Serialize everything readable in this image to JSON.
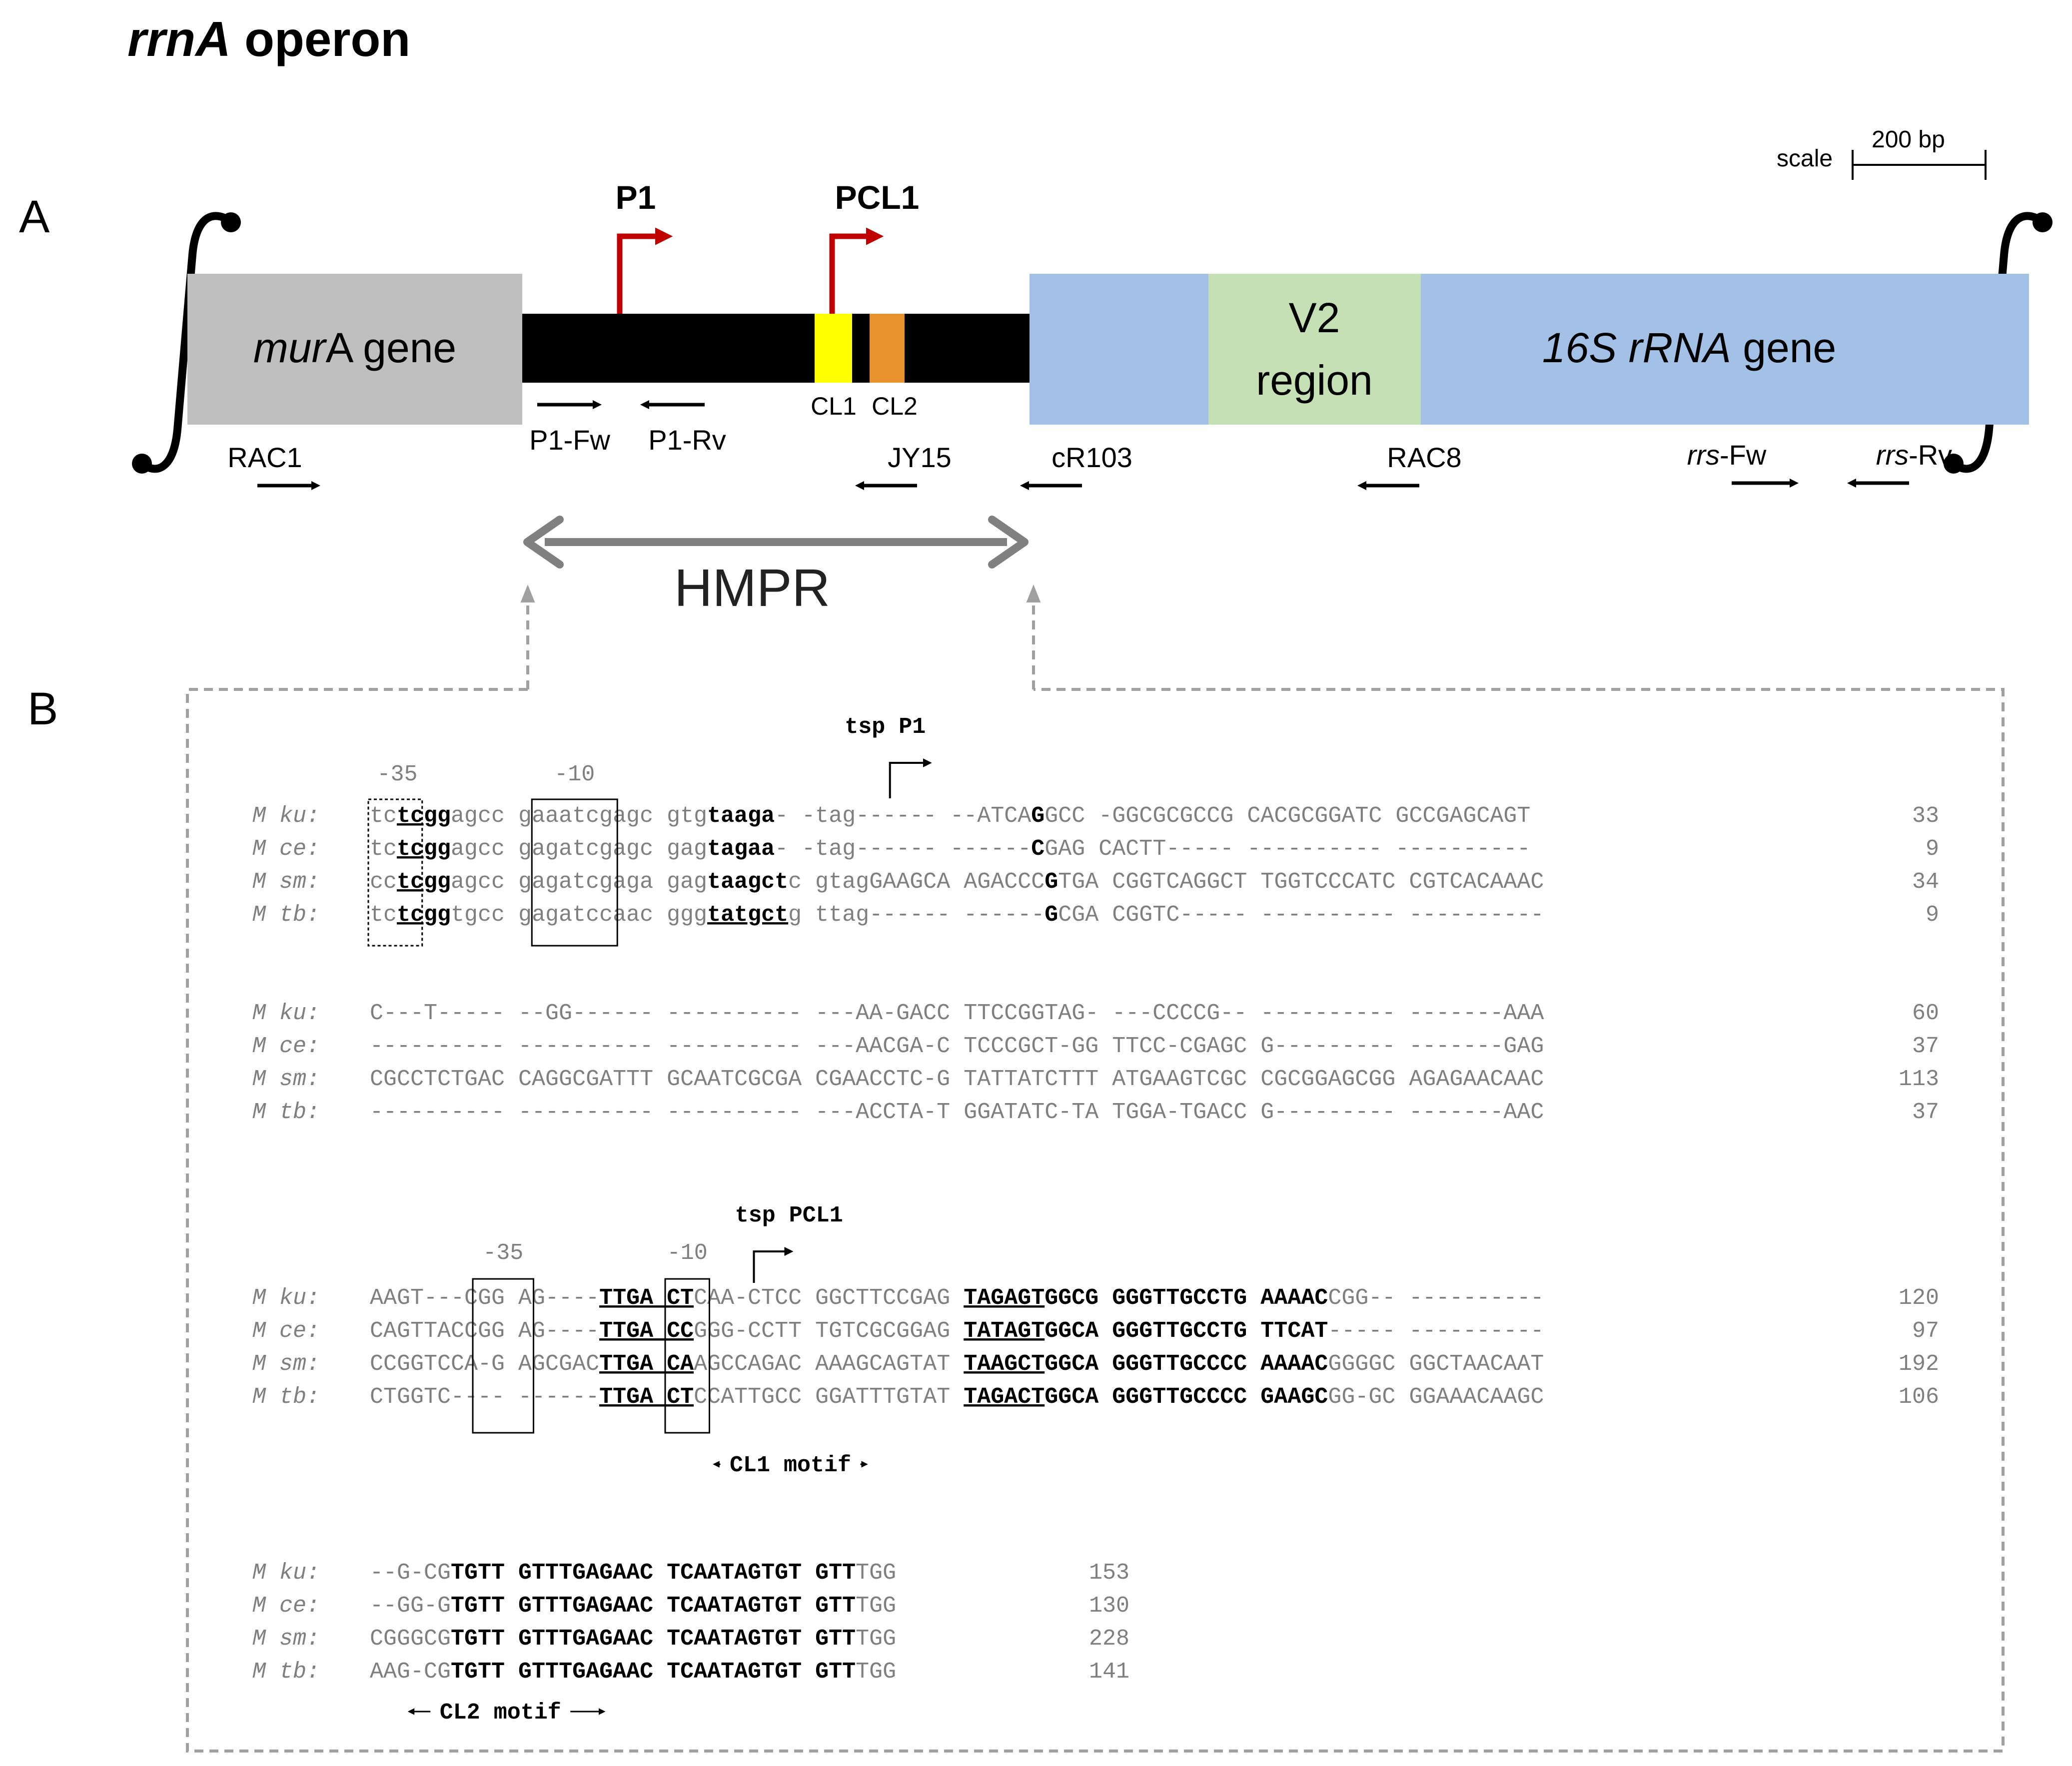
{
  "title": {
    "italic": "rrnA",
    "rest": " operon"
  },
  "panel_labels": {
    "a": "A",
    "b": "B"
  },
  "scale": {
    "label": "scale",
    "value": "200 bp"
  },
  "genes": {
    "murA_italic": "mur",
    "murA_rest": "A gene",
    "v2_line1": "V2",
    "v2_line2": "region",
    "rrna_italic": "16S rRNA",
    "rrna_rest": " gene"
  },
  "promoters": {
    "p1": "P1",
    "pcl1": "PCL1"
  },
  "motif_boxes": {
    "cl1": "CL1",
    "cl2": "CL2"
  },
  "primers": {
    "p1_fw": "P1-Fw",
    "p1_rv": "P1-Rv",
    "rac1": "RAC1",
    "jy15": "JY15",
    "cr103": "cR103",
    "rac8": "RAC8",
    "rrs_fw_italic": "rrs",
    "rrs_fw_rest": "-Fw",
    "rrs_rv_italic": "rrs",
    "rrs_rv_rest": "-Rv"
  },
  "hmpr": "HMPR",
  "colors": {
    "murA": "#bfbfbf",
    "promoter_region": "#000000",
    "cl1": "#ffff00",
    "cl2": "#e8922e",
    "rrna": "#a3c1e6",
    "v2": "#c5e0b4",
    "promoter_arrow": "#c00000",
    "hmpr_arrow": "#808080",
    "dashed": "#a0a0a0",
    "seq_grey": "#7f7f7f",
    "seq_dark": "#000000"
  },
  "alignment": {
    "block1": {
      "minus35": "-35",
      "minus10": "-10",
      "tsp": "tsp P1",
      "rows": [
        {
          "species": "M ku:",
          "number": "33",
          "segs": [
            [
              "tc",
              0,
              0
            ],
            [
              "tcgg",
              1,
              1
            ],
            [
              "agcc gaaatcgagc gtg",
              0,
              0
            ],
            [
              "taaga",
              1,
              0
            ],
            [
              "- -tag------ --ATCA",
              0,
              0
            ],
            [
              "G",
              1,
              0
            ],
            [
              "GCC -GGCGCGCCG CACGCGGATC GCCGAGCAGT",
              0,
              0
            ]
          ]
        },
        {
          "species": "M ce:",
          "number": "9",
          "segs": [
            [
              "tc",
              0,
              0
            ],
            [
              "tcgg",
              1,
              1
            ],
            [
              "agcc gagatcgagc gag",
              0,
              0
            ],
            [
              "tagaa",
              1,
              0
            ],
            [
              "- -tag------ ------",
              0,
              0
            ],
            [
              "C",
              1,
              0
            ],
            [
              "GAG CACTT----- ---------- ----------",
              0,
              0
            ]
          ]
        },
        {
          "species": "M sm:",
          "number": "34",
          "segs": [
            [
              "cc",
              0,
              0
            ],
            [
              "tcgg",
              1,
              1
            ],
            [
              "agcc gagatcgaga gag",
              0,
              0
            ],
            [
              "taagct",
              1,
              0
            ],
            [
              "c gtagGAAGCA AGACCC",
              0,
              0
            ],
            [
              "G",
              1,
              0
            ],
            [
              "TGA CGGTCAGGCT TGGTCCCATC CGTCACAAAC",
              0,
              0
            ]
          ]
        },
        {
          "species": "M tb:",
          "number": "9",
          "segs": [
            [
              "tc",
              0,
              0
            ],
            [
              "tcgg",
              1,
              1
            ],
            [
              "tgcc gagatccaac ggg",
              0,
              0
            ],
            [
              "tatgct",
              1,
              1
            ],
            [
              "g ttag------ ------",
              0,
              0
            ],
            [
              "G",
              1,
              0
            ],
            [
              "CGA CGGTC----- ---------- ----------",
              0,
              0
            ]
          ]
        }
      ]
    },
    "block2": {
      "rows": [
        {
          "species": "M ku:",
          "number": "60",
          "text": "C---T----- --GG------ ---------- ---AA-GACC TTCCGGTAG- ---CCCCG-- ---------- -------AAA"
        },
        {
          "species": "M ce:",
          "number": "37",
          "text": "---------- ---------- ---------- ---AACGA-C TCCCGCT-GG TTCC-CGAGC G--------- -------GAG"
        },
        {
          "species": "M sm:",
          "number": "113",
          "text": "CGCCTCTGAC CAGGCGATTT GCAATCGCGA CGAACCTC-G TATTATCTTT ATGAAGTCGC CGCGGAGCGG AGAGAACAAC"
        },
        {
          "species": "M tb:",
          "number": "37",
          "text": "---------- ---------- ---------- ---ACCTA-T GGATATC-TA TGGA-TGACC G--------- -------AAC"
        }
      ]
    },
    "block3": {
      "minus35": "-35",
      "minus10": "-10",
      "tsp": "tsp PCL1",
      "motif": "CL1 motif",
      "rows": [
        {
          "species": "M ku:",
          "number": "120",
          "segs": [
            [
              "AAGT---CGG AG----",
              0,
              0
            ],
            [
              "TTGA CT",
              1,
              1
            ],
            [
              "CAA-CTCC GGCTTCCGAG ",
              0,
              0
            ],
            [
              "TAGAGT",
              1,
              1
            ],
            [
              "GGCG GGGTTGCCTG AAAAC",
              1,
              0
            ],
            [
              "CGG-- ----------",
              0,
              0
            ]
          ]
        },
        {
          "species": "M ce:",
          "number": "97",
          "segs": [
            [
              "CAGTTACCGG AG----",
              0,
              0
            ],
            [
              "TTGA CC",
              1,
              1
            ],
            [
              "GGG-CCTT TGTCGCGGAG ",
              0,
              0
            ],
            [
              "TATAGT",
              1,
              1
            ],
            [
              "GGCA GGGTTGCCTG TTCAT",
              1,
              0
            ],
            [
              "----- ----------",
              0,
              0
            ]
          ]
        },
        {
          "species": "M sm:",
          "number": "192",
          "segs": [
            [
              "CCGGTCCA-G AGCGAC",
              0,
              0
            ],
            [
              "TTGA CA",
              1,
              1
            ],
            [
              "AGCCAGAC AAAGCAGTAT ",
              0,
              0
            ],
            [
              "TAAGCT",
              1,
              1
            ],
            [
              "GGCA GGGTTGCCCC AAAAC",
              1,
              0
            ],
            [
              "GGGGC GGCTAACAAT",
              0,
              0
            ]
          ]
        },
        {
          "species": "M tb:",
          "number": "106",
          "segs": [
            [
              "CTGGTC---- ------",
              0,
              0
            ],
            [
              "TTGA CT",
              1,
              1
            ],
            [
              "CCATTGCC GGATTTGTAT ",
              0,
              0
            ],
            [
              "TAGACT",
              1,
              1
            ],
            [
              "GGCA GGGTTGCCCC GAAGC",
              1,
              0
            ],
            [
              "GG-GC GGAAACAAGC",
              0,
              0
            ]
          ]
        }
      ]
    },
    "block4": {
      "motif": "CL2 motif",
      "rows": [
        {
          "species": "M ku:",
          "number": "153",
          "segs": [
            [
              "--G-CG",
              0,
              0
            ],
            [
              "TGTT GTTTGAGAAC TCAATAGTGT GTT",
              1,
              0
            ],
            [
              "TGG",
              0,
              0
            ]
          ]
        },
        {
          "species": "M ce:",
          "number": "130",
          "segs": [
            [
              "--GG-G",
              0,
              0
            ],
            [
              "TGTT GTTTGAGAAC TCAATAGTGT GTT",
              1,
              0
            ],
            [
              "TGG",
              0,
              0
            ]
          ]
        },
        {
          "species": "M sm:",
          "number": "228",
          "segs": [
            [
              "CGGGCG",
              0,
              0
            ],
            [
              "TGTT GTTTGAGAAC TCAATAGTGT GTT",
              1,
              0
            ],
            [
              "TGG",
              0,
              0
            ]
          ]
        },
        {
          "species": "M tb:",
          "number": "141",
          "segs": [
            [
              "AAG-CG",
              0,
              0
            ],
            [
              "TGTT GTTTGAGAAC TCAATAGTGT GTT",
              1,
              0
            ],
            [
              "TGG",
              0,
              0
            ]
          ]
        }
      ]
    }
  }
}
